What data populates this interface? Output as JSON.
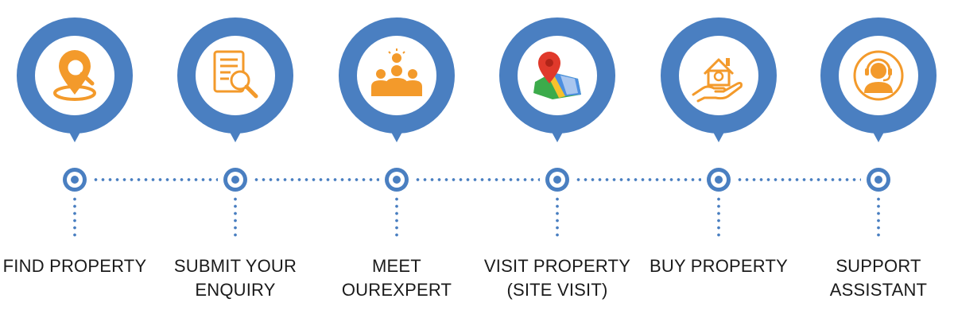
{
  "colors": {
    "accent": "#4a7fc1",
    "icon": "#f39a2b",
    "text": "#1a1a1a"
  },
  "steps": [
    {
      "icon": "location-search-icon",
      "label_lines": [
        "FIND PROPERTY"
      ]
    },
    {
      "icon": "document-search-icon",
      "label_lines": [
        "SUBMIT YOUR",
        "ENQUIRY"
      ]
    },
    {
      "icon": "expert-team-icon",
      "label_lines": [
        "MEET",
        "OUREXPERT"
      ]
    },
    {
      "icon": "map-pin-icon",
      "label_lines": [
        "VISIT PROPERTY",
        "(SITE VISIT)"
      ]
    },
    {
      "icon": "house-in-hand-icon",
      "label_lines": [
        "BUY PROPERTY"
      ]
    },
    {
      "icon": "headset-support-icon",
      "label_lines": [
        "SUPPORT",
        "ASSISTANT"
      ]
    }
  ]
}
